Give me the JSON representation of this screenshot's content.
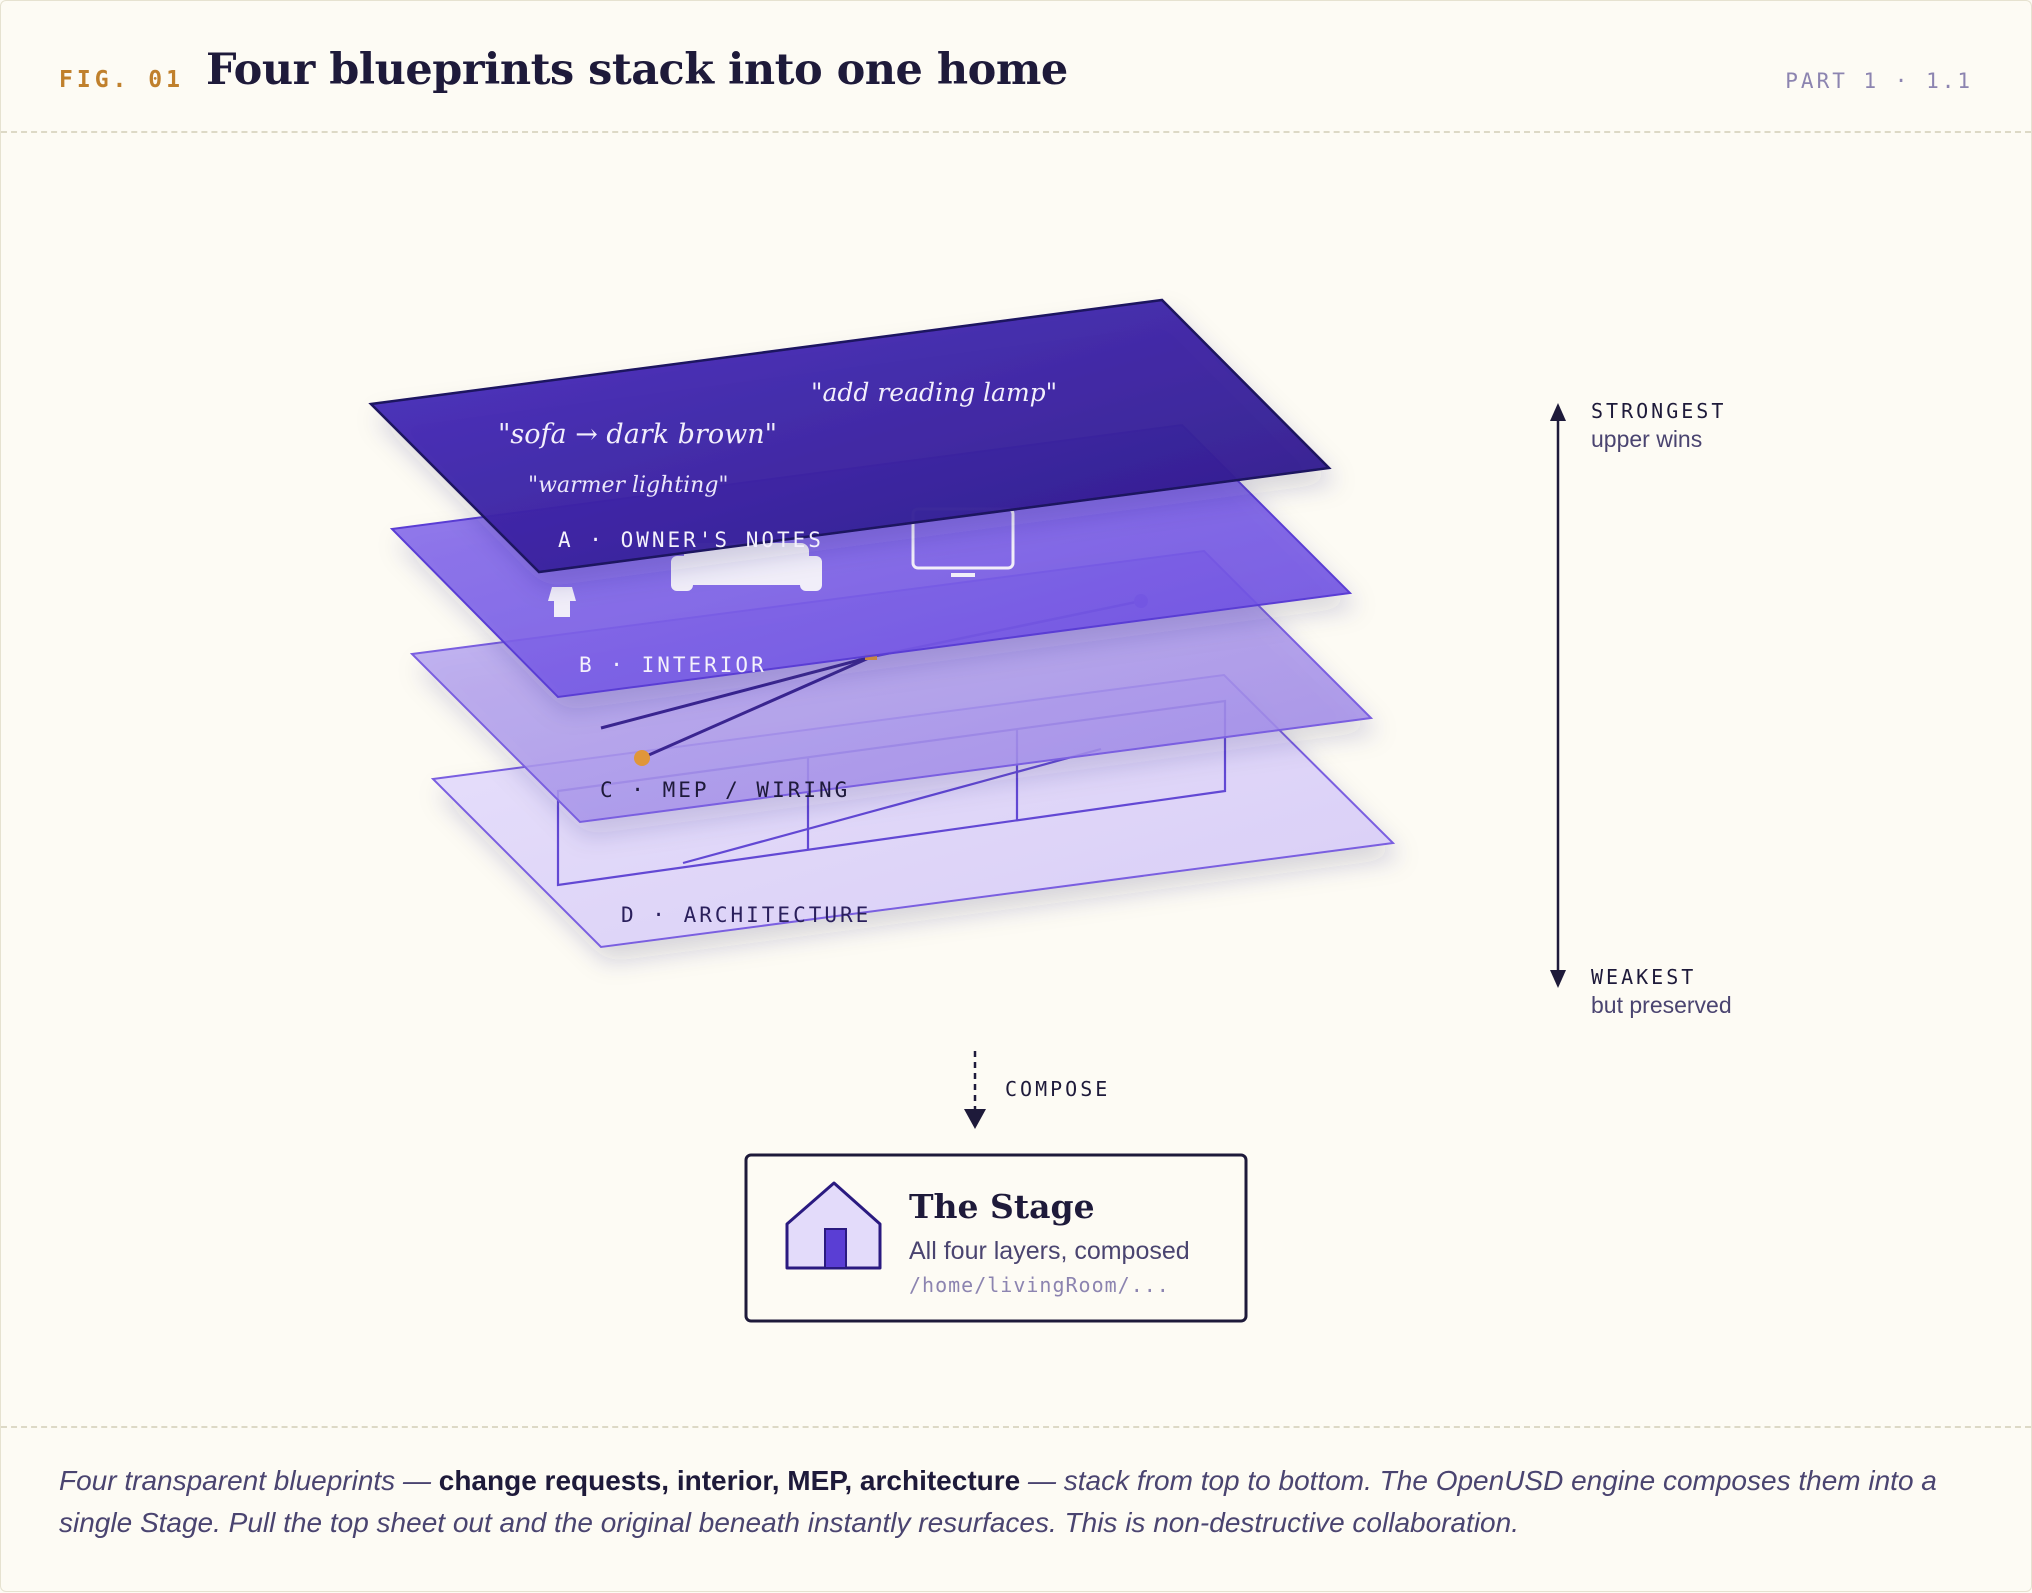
{
  "header": {
    "fig_label": "FIG. 01",
    "title": "Four blueprints stack into one home",
    "part_label": "PART 1 · 1.1"
  },
  "layers": [
    {
      "id": "A",
      "label": "A · OWNER'S NOTES",
      "color": "#3b1fa6"
    },
    {
      "id": "B",
      "label": "B · INTERIOR",
      "color": "#6c4ddf"
    },
    {
      "id": "C",
      "label": "C · MEP / WIRING",
      "color": "#a38ee6"
    },
    {
      "id": "D",
      "label": "D · ARCHITECTURE",
      "color": "#dcd2f7"
    }
  ],
  "notes": {
    "lamp": "\"add reading lamp\"",
    "sofa": "\"sofa → dark brown\"",
    "lighting": "\"warmer lighting\""
  },
  "strength_axis": {
    "top_title": "STRONGEST",
    "top_sub": "upper wins",
    "bottom_title": "WEAKEST",
    "bottom_sub": "but preserved"
  },
  "compose_label": "COMPOSE",
  "stage": {
    "title": "The Stage",
    "subtitle": "All four layers, composed",
    "path": "/home/livingRoom/..."
  },
  "caption": {
    "part1": "Four transparent blueprints — ",
    "bold": "change requests, interior, MEP, architecture",
    "part2": " — stack from top to bottom. The OpenUSD engine composes them into a single Stage. Pull the top sheet out and the original beneath instantly resurfaces. This is non-destructive collaboration."
  },
  "colors": {
    "ink": "#1e1a3a",
    "accent_orange": "#c0802c",
    "wire_dot": "#e0963a"
  }
}
